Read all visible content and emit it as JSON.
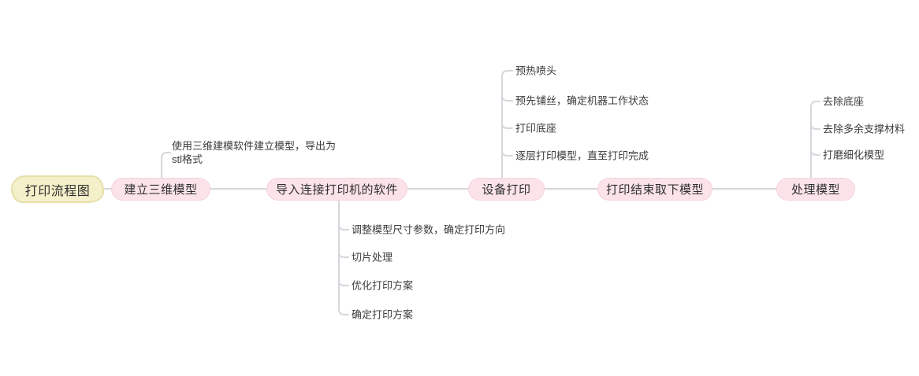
{
  "colors": {
    "background": "#ffffff",
    "root_fill": "#f4f0c9",
    "root_border": "#e6dfa8",
    "topic_fill": "#fbe3e9",
    "topic_border": "#f7d3dc",
    "connector_line": "#d6d6dc",
    "topic_text": "#303030",
    "subtopic_text": "#3b3b3b"
  },
  "mindmap": {
    "root": {
      "label": "打印流程图"
    },
    "topics": [
      {
        "label": "建立三维模型",
        "children": [
          "使用三维建模软件建立模型，导出为\nstl格式"
        ]
      },
      {
        "label": "导入连接打印机的软件",
        "children": [
          "调整模型尺寸参数，确定打印方向",
          "切片处理",
          "优化打印方案",
          "确定打印方案"
        ]
      },
      {
        "label": "设备打印",
        "children": [
          "预热喷头",
          "预先铺丝，确定机器工作状态",
          "打印底座",
          "逐层打印模型，直至打印完成"
        ]
      },
      {
        "label": "打印结束取下模型",
        "children": []
      },
      {
        "label": "处理模型",
        "children": [
          "去除底座",
          "去除多余支撑材料",
          "打磨细化模型"
        ]
      }
    ]
  }
}
